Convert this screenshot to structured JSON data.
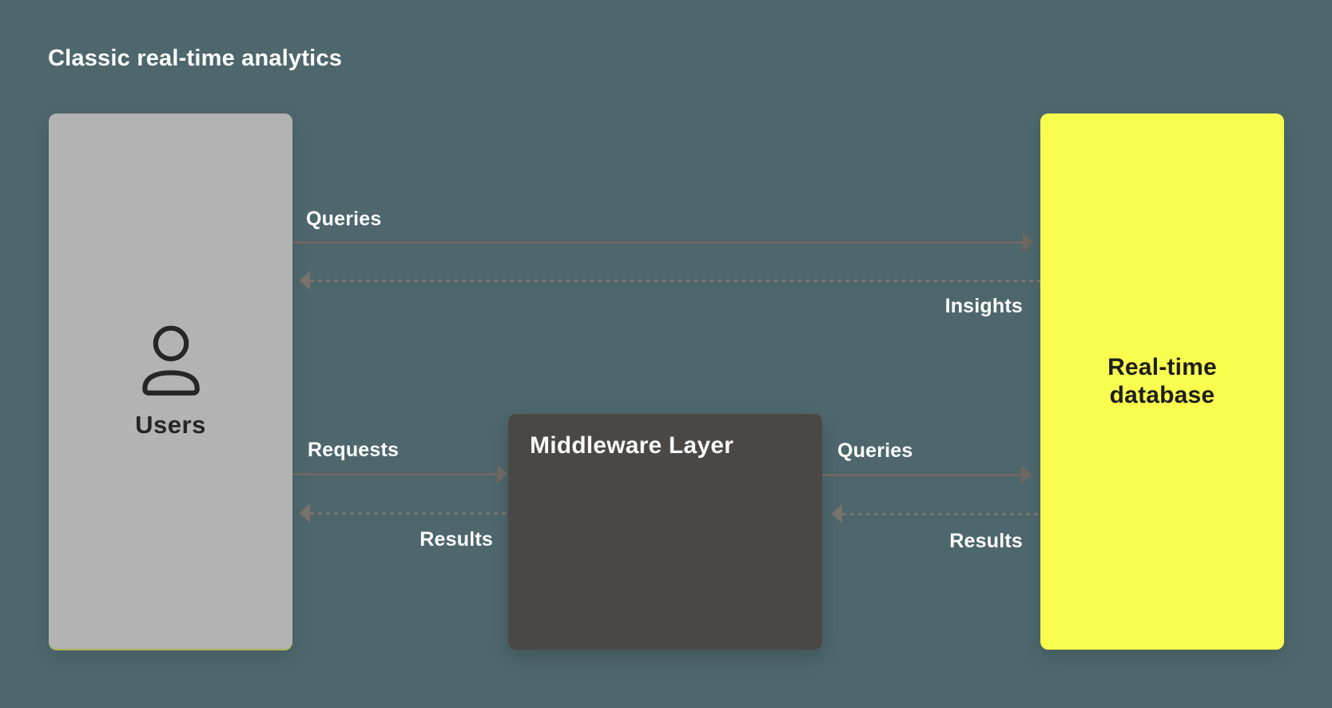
{
  "title": "Classic real-time analytics",
  "colors": {
    "background": "#4d676c",
    "users_box": "#b3b3b3",
    "middleware_box": "#4a4745",
    "database_box": "#f9fd4d",
    "arrow_solid": "#6e6761",
    "arrow_dashed": "#7a736c",
    "label_text": "#ffffff",
    "dark_text": "#262626",
    "middleware_text": "#fafafa",
    "database_text": "#1d1d1d"
  },
  "nodes": {
    "users": {
      "label": "Users",
      "icon": "person-icon"
    },
    "middleware": {
      "label": "Middleware Layer"
    },
    "database": {
      "label": "Real-time database"
    }
  },
  "edges": [
    {
      "id": "users-to-database",
      "label": "Queries",
      "style": "solid",
      "direction": "right"
    },
    {
      "id": "database-to-users",
      "label": "Insights",
      "style": "dashed",
      "direction": "left"
    },
    {
      "id": "users-to-middleware",
      "label": "Requests",
      "style": "solid",
      "direction": "right"
    },
    {
      "id": "middleware-to-users",
      "label": "Results",
      "style": "dashed",
      "direction": "left"
    },
    {
      "id": "middleware-to-database",
      "label": "Queries",
      "style": "solid",
      "direction": "right"
    },
    {
      "id": "database-to-middleware",
      "label": "Results",
      "style": "dashed",
      "direction": "left"
    }
  ]
}
